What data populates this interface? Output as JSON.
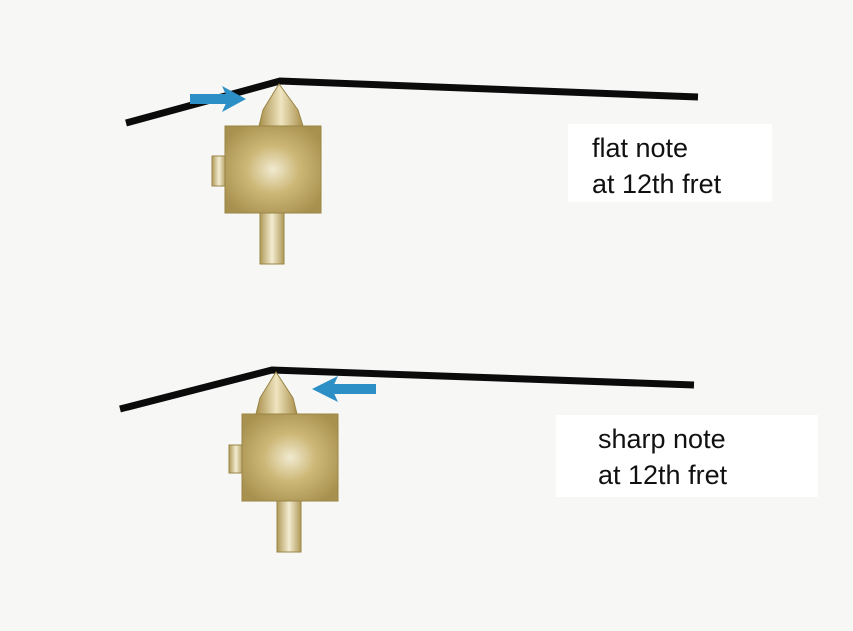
{
  "colors": {
    "string": "#0b0b0b",
    "arrow": "#2c8fc6",
    "saddle_brass": "#c8b46e",
    "background": "#f7f7f5"
  },
  "diagrams": [
    {
      "name": "flat",
      "arrow_direction": "right",
      "label_lines": [
        "flat note",
        "at 12th fret"
      ]
    },
    {
      "name": "sharp",
      "arrow_direction": "left",
      "label_lines": [
        "sharp note",
        "at 12th fret"
      ]
    }
  ]
}
